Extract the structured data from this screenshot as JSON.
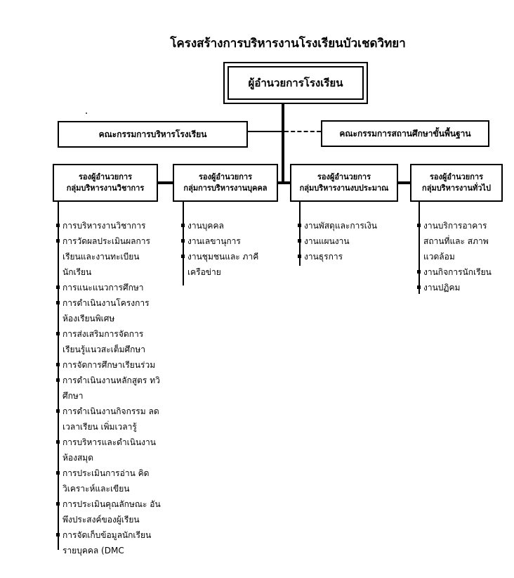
{
  "title": "โครงสร้างการบริหารงานโรงเรียนบัวเชดวิทยา",
  "director": "ผู้อำนวยการโรงเรียน",
  "committees": {
    "admin": "คณะกรรมการบริหารโรงเรียน",
    "basic_education": "คณะกรรมการสถานศึกษาขั้นพื้นฐาน"
  },
  "groups": [
    {
      "line1": "รองผู้อำนวยการ",
      "line2": "กลุ่มบริหารงานวิชาการ",
      "tasks": [
        "การบริหารงานวิชาการ",
        "การวัดผลประเมินผลการ เรียนและงานทะเบียน นักเรียน",
        "การแนะแนวการศึกษา",
        "การดำเนินงานโครงการ ห้องเรียนพิเศษ",
        "การส่งเสริมการจัดการ เรียนรู้แนวสะเต็มศึกษา",
        "การจัดการศึกษาเรียนร่วม",
        "การดำเนินงานหลักสูตร ทวิศึกษา",
        "การดำเนินงานกิจกรรม ลดเวลาเรียน เพิ่มเวลารู้",
        "การบริหารและดำเนินงาน ห้องสมุด",
        "การประเมินการอ่าน คิด วิเคราะห์และเขียน",
        "การประเมินคุณลักษณะ อันพึงประสงค์ของผู้เรียน",
        "การจัดเก็บข้อมูลนักเรียน รายบุคคล (DMC"
      ]
    },
    {
      "line1": "รองผู้อำนวยการ",
      "line2": "กลุ่มการบริหารงานบุคคล",
      "tasks": [
        "งานบุคคล",
        "งานเลขานุการ",
        "งานชุมชนและ ภาคีเครือข่าย"
      ]
    },
    {
      "line1": "รองผู้อำนวยการ",
      "line2": "กลุ่มบริหารงานงบประมาณ",
      "tasks": [
        "งานพัสดุและการเงิน",
        "งานแผนงาน",
        "งานธุรการ"
      ]
    },
    {
      "line1": "รองผู้อำนวยการ",
      "line2": "กลุ่มบริหารงานทั่วไป",
      "tasks": [
        "งานบริการอาคาร สถานที่และ สภาพแวดล้อม",
        "งานกิจการนักเรียน",
        "งานปฏิคม"
      ]
    }
  ]
}
